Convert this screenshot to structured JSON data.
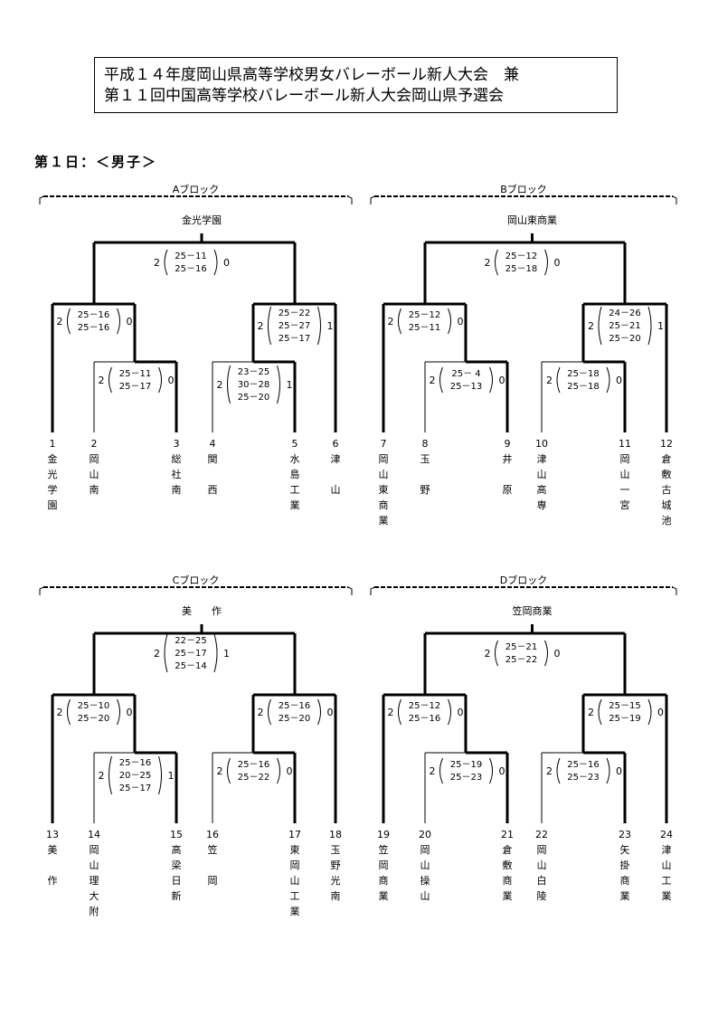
{
  "title": {
    "line1": "平成１４年度岡山県高等学校男女バレーボール新人大会　兼",
    "line2": "第１１回中国高等学校バレーボール新人大会岡山県予選会"
  },
  "day_heading": "第１日：＜男子＞",
  "blocks": [
    {
      "name": "Aブロック",
      "winner": "金光学園",
      "final": {
        "left": "2",
        "sets": [
          "25－11",
          "25－16"
        ],
        "right": "0"
      },
      "semi_left": {
        "left": "2",
        "sets": [
          "25－16",
          "25－16"
        ],
        "right": "0"
      },
      "semi_right": {
        "left": "2",
        "sets": [
          "25－22",
          "25－27",
          "25－17"
        ],
        "right": "1"
      },
      "qf_left": {
        "left": "2",
        "sets": [
          "25－11",
          "25－17"
        ],
        "right": "0"
      },
      "qf_right": {
        "left": "2",
        "sets": [
          "23－25",
          "30－28",
          "25－20"
        ],
        "right": "1"
      },
      "teams": [
        {
          "num": "1",
          "name": "金光学園"
        },
        {
          "num": "2",
          "name": "岡山南"
        },
        {
          "num": "3",
          "name": "総社南"
        },
        {
          "num": "4",
          "name": "関　西"
        },
        {
          "num": "5",
          "name": "水島工業"
        },
        {
          "num": "6",
          "name": "津　山"
        }
      ]
    },
    {
      "name": "Bブロック",
      "winner": "岡山東商業",
      "final": {
        "left": "2",
        "sets": [
          "25－12",
          "25－18"
        ],
        "right": "0"
      },
      "semi_left": {
        "left": "2",
        "sets": [
          "25－12",
          "25－11"
        ],
        "right": "0"
      },
      "semi_right": {
        "left": "2",
        "sets": [
          "24－26",
          "25－21",
          "25－20"
        ],
        "right": "1"
      },
      "qf_left": {
        "left": "2",
        "sets": [
          "25－ 4",
          "25－13"
        ],
        "right": "0"
      },
      "qf_right": {
        "left": "2",
        "sets": [
          "25－18",
          "25－18"
        ],
        "right": "0"
      },
      "teams": [
        {
          "num": "7",
          "name": "岡山東商業"
        },
        {
          "num": "8",
          "name": "玉　野"
        },
        {
          "num": "9",
          "name": "井　原"
        },
        {
          "num": "10",
          "name": "津山高専"
        },
        {
          "num": "11",
          "name": "岡山一宮"
        },
        {
          "num": "12",
          "name": "倉敷古城池"
        }
      ]
    },
    {
      "name": "Cブロック",
      "winner": "美　　作",
      "final": {
        "left": "2",
        "sets": [
          "22－25",
          "25－17",
          "25－14"
        ],
        "right": "1"
      },
      "semi_left": {
        "left": "2",
        "sets": [
          "25－10",
          "25－20"
        ],
        "right": "0"
      },
      "semi_right": {
        "left": "2",
        "sets": [
          "25－16",
          "25－20"
        ],
        "right": "0"
      },
      "qf_left": {
        "left": "2",
        "sets": [
          "25－16",
          "20－25",
          "25－17"
        ],
        "right": "1"
      },
      "qf_right": {
        "left": "2",
        "sets": [
          "25－16",
          "25－22"
        ],
        "right": "0"
      },
      "teams": [
        {
          "num": "13",
          "name": "美　作"
        },
        {
          "num": "14",
          "name": "岡山理大附"
        },
        {
          "num": "15",
          "name": "高梁日新"
        },
        {
          "num": "16",
          "name": "笠　岡"
        },
        {
          "num": "17",
          "name": "東岡山工業"
        },
        {
          "num": "18",
          "name": "玉野光南"
        }
      ]
    },
    {
      "name": "Dブロック",
      "winner": "笠岡商業",
      "final": {
        "left": "2",
        "sets": [
          "25－21",
          "25－22"
        ],
        "right": "0"
      },
      "semi_left": {
        "left": "2",
        "sets": [
          "25－12",
          "25－16"
        ],
        "right": "0"
      },
      "semi_right": {
        "left": "2",
        "sets": [
          "25－15",
          "25－19"
        ],
        "right": "0"
      },
      "qf_left": {
        "left": "2",
        "sets": [
          "25－19",
          "25－23"
        ],
        "right": "0"
      },
      "qf_right": {
        "left": "2",
        "sets": [
          "25－16",
          "25－23"
        ],
        "right": "0"
      },
      "teams": [
        {
          "num": "19",
          "name": "笠岡商業"
        },
        {
          "num": "20",
          "name": "岡山操山"
        },
        {
          "num": "21",
          "name": "倉敷商業"
        },
        {
          "num": "22",
          "name": "岡山白陵"
        },
        {
          "num": "23",
          "name": "矢掛商業"
        },
        {
          "num": "24",
          "name": "津山工業"
        }
      ]
    }
  ]
}
